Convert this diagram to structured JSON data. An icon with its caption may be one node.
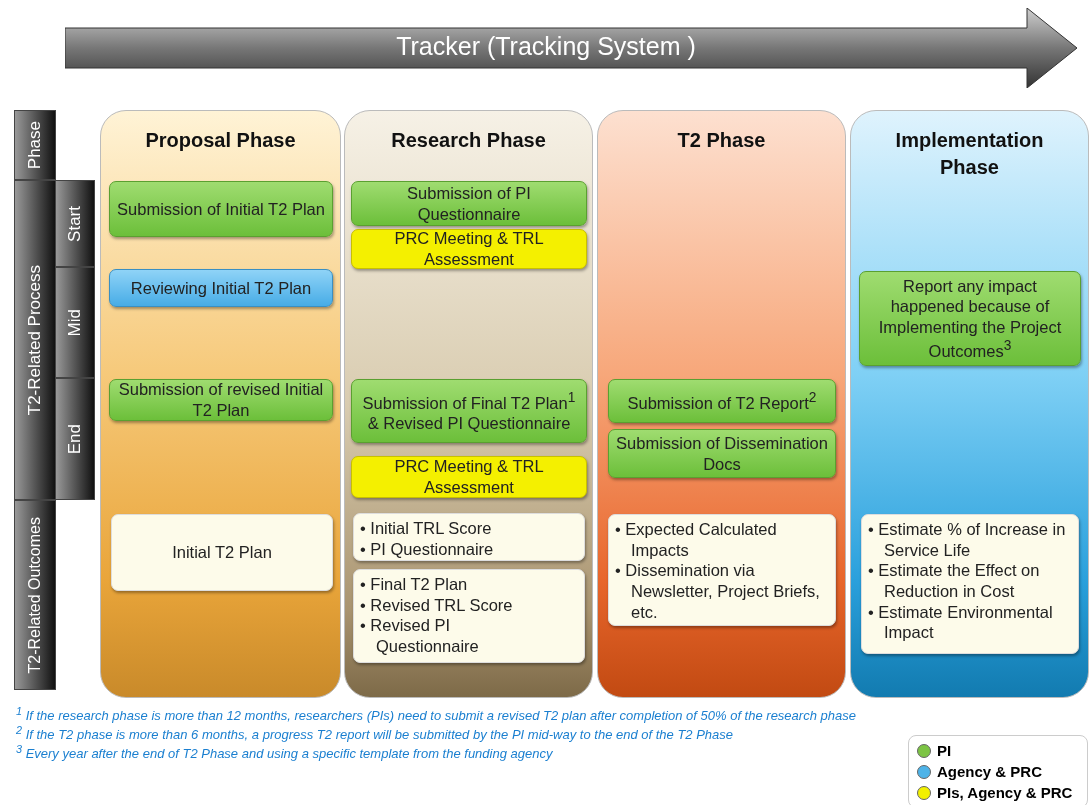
{
  "diagram": {
    "nodes": [
      {
        "text": [
          "Tracker (Tracking System )"
        ]
      },
      {
        "text": [
          "Phase"
        ]
      },
      {
        "text": [
          "T2-Related Process"
        ]
      },
      {
        "text": [
          "Start"
        ]
      },
      {
        "text": [
          "Mid"
        ]
      },
      {
        "text": [
          "End"
        ]
      },
      {
        "text": [
          "T2-Related Outcomes"
        ]
      },
      {
        "text": [
          "Proposal Phase"
        ]
      },
      {
        "text": [
          "Submission of Initial T2 Plan"
        ],
        "in": 7
      },
      {
        "text": [
          "Reviewing Initial T2 Plan"
        ],
        "in": 7
      },
      {
        "text": [
          "Submission of revised Initial T2 Plan"
        ],
        "in": 7
      },
      {
        "text": [
          "Initial T2 Plan"
        ],
        "in": 7
      },
      {
        "text": [
          "Research Phase"
        ]
      },
      {
        "text": [
          "Submission of PI Questionnaire"
        ],
        "in": 12
      },
      {
        "text": [
          "PRC Meeting & TRL Assessment"
        ],
        "in": 12
      },
      {
        "text": [
          "Submission of Final T2 Plan$^{1}$ & Revised PI Questionnaire"
        ],
        "in": 12
      },
      {
        "text": [
          "PRC Meeting & TRL Assessment"
        ],
        "in": 12
      },
      {
        "text": [
          "• Initial TRL Score",
          "• PI Questionnaire"
        ],
        "in": 12
      },
      {
        "text": [
          "• Final T2 Plan",
          "• Revised TRL Score",
          "• Revised PI Questionnaire"
        ],
        "in": 12
      },
      {
        "text": [
          "T2 Phase"
        ]
      },
      {
        "text": [
          "Submission of T2 Report$^{2}$"
        ],
        "in": 19
      },
      {
        "text": [
          "Submission of Dissemination Docs"
        ],
        "in": 19
      },
      {
        "text": [
          "• Expected Calculated Impacts",
          "• Dissemination via Newsletter, Project Briefs, etc."
        ],
        "in": 19
      },
      {
        "text": [
          "Implementation Phase"
        ]
      },
      {
        "text": [
          "Report any impact happened because of Implementing the Project Outcomes$^{3}$"
        ],
        "in": 23
      },
      {
        "text": [
          "• Estimate % of Increase in Service Life",
          "• Estimate the Effect on Reduction in Cost",
          "• Estimate Environmental Impact"
        ],
        "in": 23
      }
    ],
    "labels": [
      "$^{1}$ If the research phase is more than 12 months, researchers (PIs) need to submit a revised T2 plan after completion of 50% of the research phase",
      "$^{2}$ If the T2 phase is more than 6 months, a progress T2 report will be submitted by the PI mid-way to the end of the T2 Phase",
      "$^{3}$ Every year after the end of T2 Phase and using a specific template from the funding agency"
    ],
    "legend": [
      {
        "text": "PI",
        "color": "#7cc444"
      },
      {
        "text": "Agency & PRC",
        "color": "#4db3e8"
      },
      {
        "text": "PIs, Agency & PRC",
        "color": "#f2f000"
      }
    ]
  }
}
